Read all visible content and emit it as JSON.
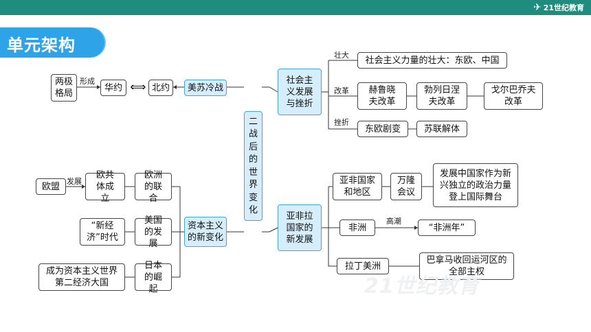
{
  "header": {
    "logo_text": "21世纪教育",
    "logo_mark": "✈"
  },
  "page_title": "单元架构",
  "center": {
    "chars": [
      "二",
      "战",
      "后",
      "的",
      "世",
      "界",
      "变",
      "化"
    ]
  },
  "top_mid": {
    "label": "社会主义发展与挫折"
  },
  "bot_mid": {
    "label": "亚非拉国家的新发展"
  },
  "left_top": {
    "cold_war": "美苏冷战",
    "nato": "北约",
    "warsaw": "华约",
    "bipolar": "两极格局",
    "formed": "形成",
    "arrow_symbol": "⟺"
  },
  "left_cap": {
    "main": "资本主义的新变化",
    "eu_comm": "欧洲的联合",
    "ec_found": "欧共体成立",
    "develop": "发展",
    "eu": "欧盟",
    "us_dev": "美国的发展",
    "new_econ": "“新经济”时代",
    "jp_rise": "日本的崛起",
    "jp_second": "成为资本主义世界第二经济大国"
  },
  "right_top": {
    "grow": "壮大",
    "grow_box": "社会主义力量的壮大：东欧、中国",
    "reform": "改革",
    "r1": "赫鲁晓夫改革",
    "r2": "勃列日涅夫改革",
    "r3": "戈尔巴乔夫改革",
    "setback": "挫折",
    "s1": "东欧剧变",
    "s2": "苏联解体"
  },
  "right_bot": {
    "asia": "亚非国家和地区",
    "bandung": "万隆会议",
    "bandung_res": "发展中国家作为新兴独立的政治力量登上国际舞台",
    "africa": "非洲",
    "climax": "高潮",
    "africa_year": "“非洲年”",
    "latin": "拉丁美洲",
    "panama": "巴拿马收回运河区的全部主权"
  },
  "watermark": "21世纪教育"
}
